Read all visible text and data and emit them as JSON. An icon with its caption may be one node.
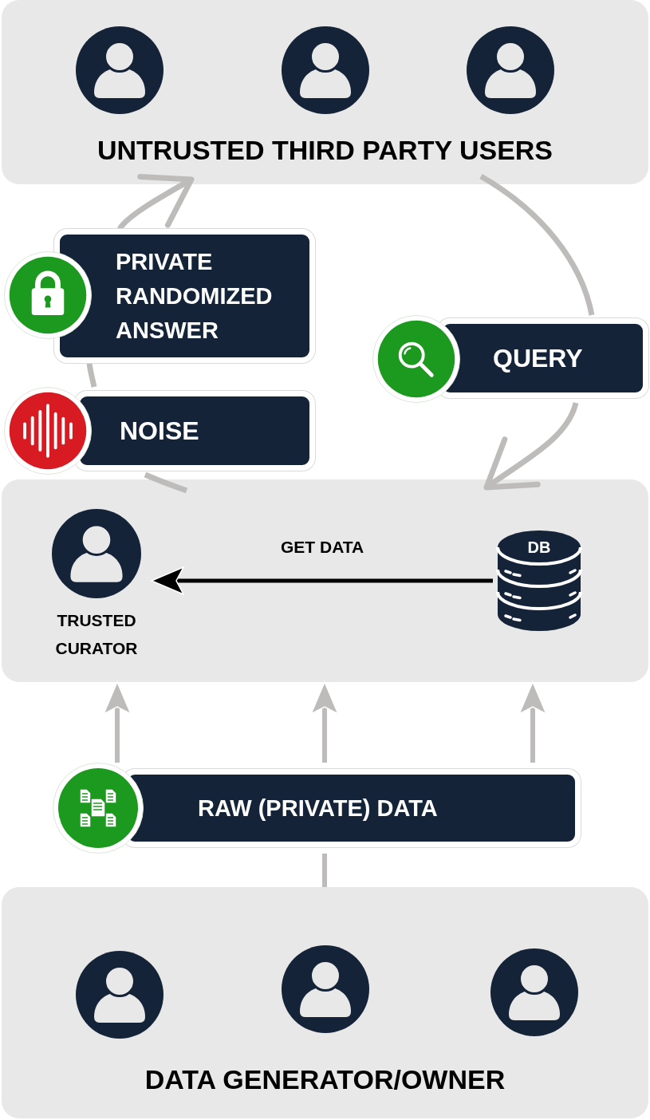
{
  "diagram": {
    "nodes": [
      {
        "text": [
          "UNTRUSTED THIRD PARTY USERS"
        ]
      },
      {
        "text": [],
        "shape": "person",
        "in": 0
      },
      {
        "text": [],
        "shape": "person",
        "in": 0
      },
      {
        "text": [],
        "shape": "person",
        "in": 0
      },
      {
        "text": [
          "PRIVATE RANDOMIZED ANSWER"
        ]
      },
      {
        "text": [
          "QUERY"
        ]
      },
      {
        "text": [
          "NOISE"
        ]
      },
      {
        "text": [],
        "shape": "box"
      },
      {
        "text": [
          "TRUSTED CURATOR"
        ],
        "in": 7
      },
      {
        "text": [
          "DB"
        ],
        "in": 7
      },
      {
        "text": [
          "RAW (PRIVATE) DATA"
        ]
      },
      {
        "text": [
          "DATA GENERATOR/OWNER"
        ]
      },
      {
        "text": [],
        "shape": "person",
        "in": 11
      },
      {
        "text": [],
        "shape": "person",
        "in": 11
      },
      {
        "text": [],
        "shape": "person",
        "in": 11
      }
    ],
    "edges": [
      {
        "from": 7,
        "to": 6,
        "arrow": "none"
      },
      {
        "from": 6,
        "to": 4,
        "arrow": "none"
      },
      {
        "from": 4,
        "to": 0,
        "arrow": "to"
      },
      {
        "from": 0,
        "to": 5,
        "arrow": "none"
      },
      {
        "from": 5,
        "to": 7,
        "arrow": "to"
      },
      {
        "from": 9,
        "to": 8,
        "arrow": "to",
        "label": "GET DATA",
        "color": "#000000"
      },
      {
        "from": 10,
        "to": 7,
        "arrow": "to"
      },
      {
        "from": 10,
        "to": 7,
        "arrow": "to"
      },
      {
        "from": 10,
        "to": 7,
        "arrow": "to"
      },
      {
        "from": 11,
        "to": 10,
        "arrow": "none"
      }
    ]
  }
}
